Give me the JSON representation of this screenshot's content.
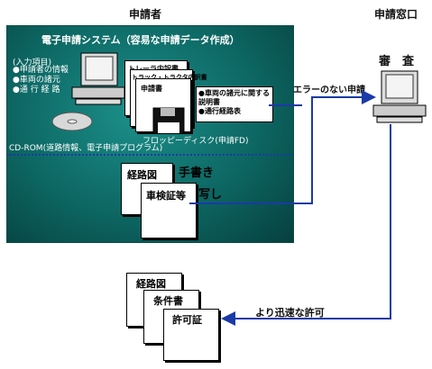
{
  "headers": {
    "applicant": "申請者",
    "window": "申請窓口"
  },
  "system_title": "電子申請システム（容易な申請データ作成）",
  "input_items": {
    "title": "(入力項目)",
    "items": [
      "申請者の情報",
      "車両の諸元",
      "通 行 経 路"
    ]
  },
  "forms": {
    "trailer": "トレーラ内訳書",
    "truck": "トラック・トラクタ内訳書",
    "application": "申請書"
  },
  "attachments": [
    "車両の諸元に関する説明書",
    "通行経路表"
  ],
  "floppy_label": "フロッピーディスク(申請FD)",
  "cdrom_label": "CD-ROM(道路情報、電子申請プログラム)",
  "handwritten": {
    "route_map": "経路図",
    "vehicle_cert": "車検証等",
    "note_hand": "手書き",
    "note_copy": "写し"
  },
  "flow": {
    "no_error": "エラーのない申請",
    "fast_permit": "より迅速な許可"
  },
  "review_label": "審　査",
  "result_docs": [
    "経路図",
    "条件書",
    "許可証"
  ],
  "colors": {
    "panel": "#0d6763",
    "arrow": "#1a3aa8",
    "text_on_panel": "#ffffff"
  }
}
